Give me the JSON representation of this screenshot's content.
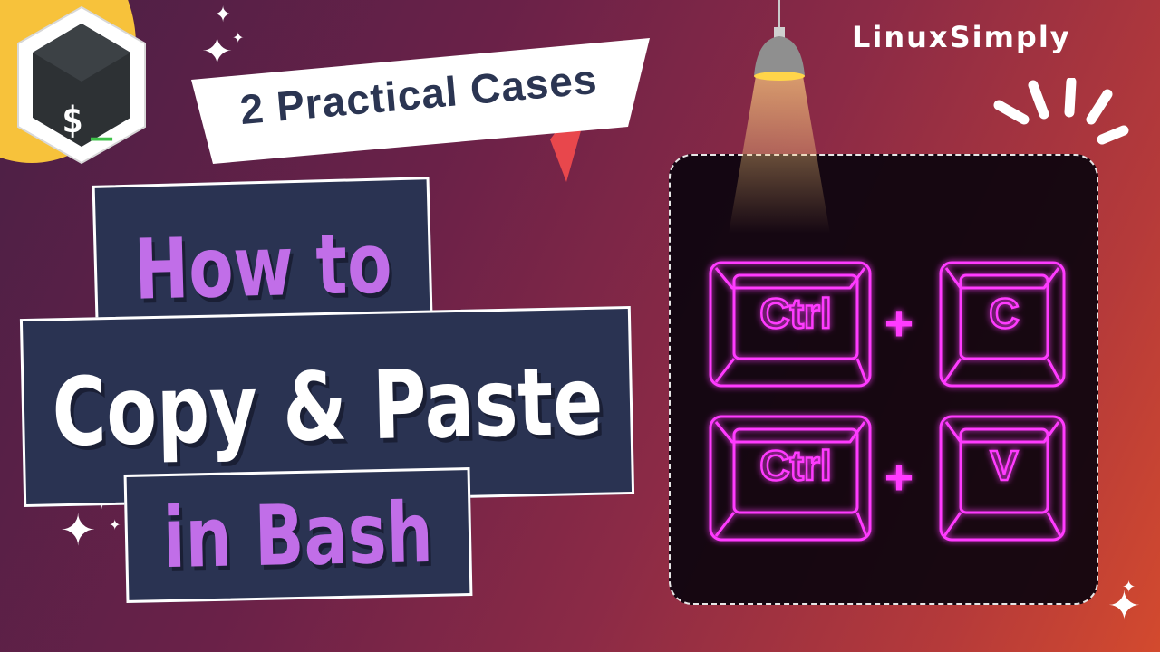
{
  "banner": {
    "text": "2 Practical Cases"
  },
  "title": {
    "line1": "How to",
    "line2": "Copy & Paste",
    "line3": "in Bash"
  },
  "brand": {
    "name": "LinuxSimply"
  },
  "logo": {
    "prompt": "$",
    "cursor": "_"
  },
  "shortcuts": [
    {
      "modifier": "Ctrl",
      "plus": "+",
      "key": "C"
    },
    {
      "modifier": "Ctrl",
      "plus": "+",
      "key": "V"
    }
  ],
  "colors": {
    "accent_purple": "#c16ee8",
    "title_box": "#2a3352",
    "neon": "#ff3bff",
    "banner_red": "#e8474c",
    "logo_yellow": "#f7c23b"
  }
}
